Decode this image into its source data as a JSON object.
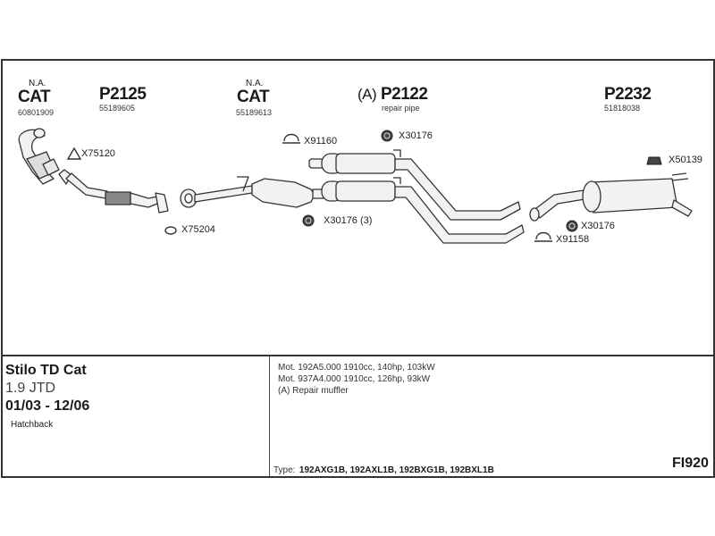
{
  "diagram": {
    "components": [
      {
        "id": "cat1",
        "note": "N.A.",
        "label": "CAT",
        "number": "60801909"
      },
      {
        "id": "p2125",
        "label": "P2125",
        "number": "55189605"
      },
      {
        "id": "cat2",
        "note": "N.A.",
        "label": "CAT",
        "number": "55189613"
      },
      {
        "id": "p2122",
        "prefix": "(A)",
        "label": "P2122",
        "subtitle": "repair pipe"
      },
      {
        "id": "p2232",
        "label": "P2232",
        "number": "51818038"
      }
    ],
    "fittings": [
      {
        "id": "x75120",
        "label": "X75120",
        "icon": "gasket-triangle-icon"
      },
      {
        "id": "x75204",
        "label": "X75204",
        "icon": "gasket-ring-icon"
      },
      {
        "id": "x91160",
        "label": "X91160",
        "icon": "clamp-icon"
      },
      {
        "id": "x30176a",
        "label": "X30176",
        "icon": "rubber-mount-icon"
      },
      {
        "id": "x30176b",
        "label": "X30176 (3)",
        "icon": "rubber-mount-icon"
      },
      {
        "id": "x50139",
        "label": "X50139",
        "icon": "rubber-hanger-icon"
      },
      {
        "id": "x30176c",
        "label": "X30176",
        "icon": "rubber-mount-icon"
      },
      {
        "id": "x91158",
        "label": "X91158",
        "icon": "clamp-icon"
      }
    ]
  },
  "info": {
    "model": "Stilo TD Cat",
    "engine": "1.9 JTD",
    "dates": "01/03 - 12/06",
    "body": "Hatchback",
    "specs": [
      "Mot. 192A5.000 1910cc, 140hp, 103kW",
      "Mot. 937A4.000 1910cc, 126hp, 93kW",
      "(A) Repair muffler"
    ],
    "type_label": "Type:",
    "type_values": "192AXG1B, 192AXL1B, 192BXG1B, 192BXL1B",
    "code": "FI920"
  }
}
